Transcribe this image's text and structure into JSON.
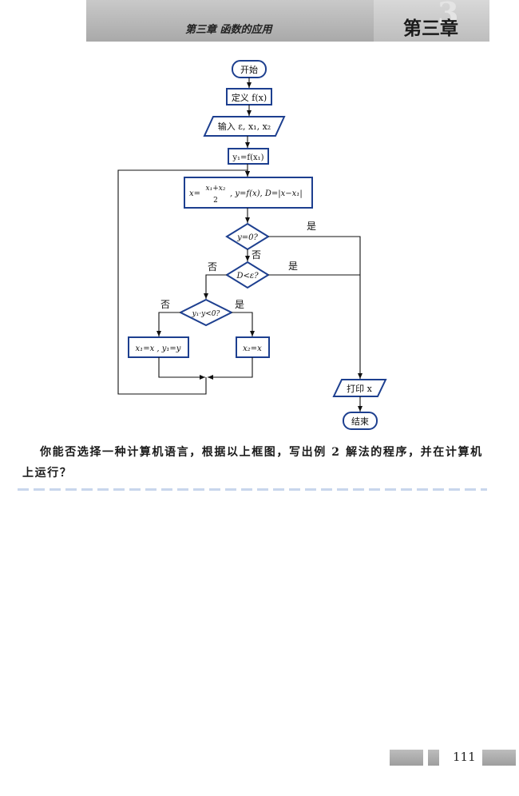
{
  "header": {
    "subtitle": "第三章    函数的应用",
    "chapter": "第三章",
    "big_number": "3"
  },
  "flowchart": {
    "start": "开始",
    "define": "定义 f(x)",
    "input": "输入 ε, x₁, x₂",
    "y1": "y₁=f(x₁)",
    "compute_x": "x=",
    "compute_num": "x₁+x₂",
    "compute_den": "2",
    "compute_rest": ", y=f(x), D=|x−x₁|",
    "cond1": "y=0?",
    "cond2": "D<ε?",
    "cond3": "y₁·y<0?",
    "assign_left": "x₁=x , y₁=y",
    "assign_right": "x₂=x",
    "print": "打印 x",
    "end": "结束",
    "yes": "是",
    "no": "否"
  },
  "question": "你能否选择一种计算机语言，根据以上框图，写出例 2 解法的程序，并在计算机上运行？",
  "footer": {
    "page_number": "111"
  }
}
